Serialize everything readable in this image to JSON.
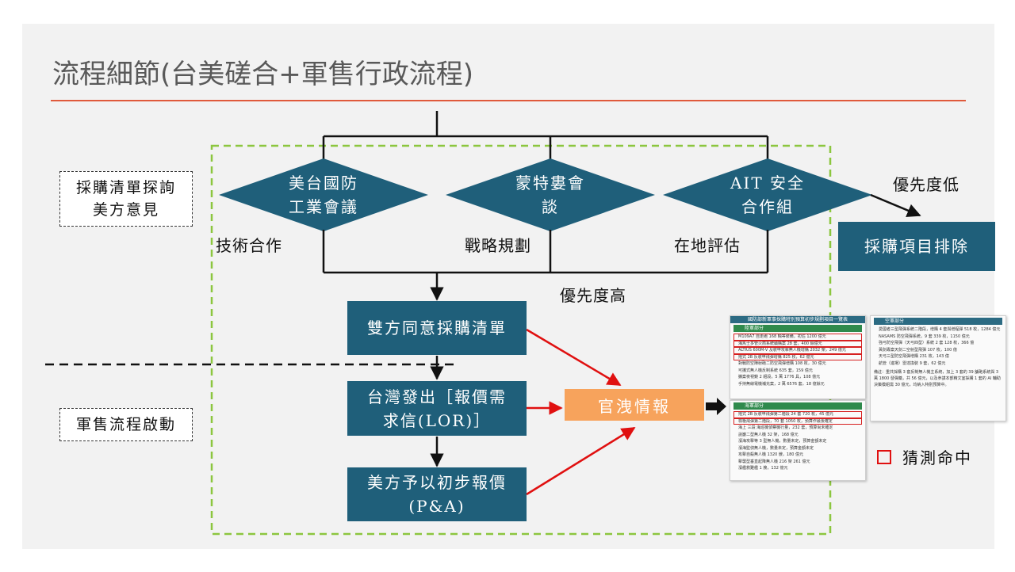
{
  "title": "流程細節(台美磋合+軍售行政流程)",
  "phases": {
    "inquiry": "採購清單探詢\n美方意見",
    "sales": "軍售流程啟動"
  },
  "decisions": [
    {
      "label": "美台國防\n工業會議",
      "note": "技術合作"
    },
    {
      "label": "蒙特婁會\n談",
      "note": "戰略規劃"
    },
    {
      "label": "AIT 安全\n合作組",
      "note": "在地評估"
    }
  ],
  "priority": {
    "low": "優先度低",
    "high": "優先度高"
  },
  "boxes": {
    "excluded": "採購項目排除",
    "agreed": "雙方同意採購清單",
    "lor": "台灣發出［報價需\n求信(LOR)］",
    "pa": "美方予以初步報價\n(P&A)",
    "leak": "官洩情報"
  },
  "legend": {
    "label": "猜測命中"
  },
  "document_a": {
    "title": "國防部新軍事採購特別預算初步規劃項目一覽表",
    "section": "陸軍部分",
    "items": [
      "M109A7 自走砲 168 輛等裝備，初估 1200 億元",
      "海馬士多管火箭系統續購案 28 套，400 餘億元",
      "ALTIUS 600M-V 及裝甲攻擊無人機增購 2032 架，249 億元",
      "拖式 2B 反裝甲飛彈增購 825 枚，62 億元",
      "對戰防空陣射砲二防空飛彈增購 108 枚，30 億元",
      "可攜式無人機反制系統 635 套，159 億元",
      "擴案夜視鏡 2 組段，5 萬 1776 具，108 億元",
      "手持無線電機補充案，2 萬 6576 套，18 億餘元"
    ],
    "section2": "海軍部分",
    "items2": [
      "拖式 2B 反裝甲飛彈第二階段 24 套 720 枚，45 億元",
      "標槍飛彈第二階段，70 套 1050 枚，預算作最後確定",
      "海上 三段 海巡機偵察機行量，232 套，預算尚未確定",
      "說巖二型無人機 32 架，168 億元",
      "濱海攻擊等 3 型無人機，數量未定，預算金額未定",
      "濱海監偵無人機，數量未定，預算金額未定",
      "攻擊自殺無人機 1320 艘，180 億元",
      "擊襲型垂直起降無人機 216 架 261 億元",
      "濱艦救難艦 1 艘，132 億元"
    ]
  },
  "document_b": {
    "section": "空軍部分",
    "items": [
      "愛國者三型飛彈系統二階段，增購 4 套與增程彈 518 枚，1284 億元",
      "NASAMS 防空飛彈系統，9 套 339 枚，1150 億元",
      "強弓防空飛彈（天弓四型）系統 2 套 128 枚，366 億",
      "黃劍專案天劍二空射型飛彈 107 枚，100 億",
      "天弓三型防空飛彈增購 231 枚，143 億",
      "航管（進場）雷達換裝 9 套，62 億元"
    ],
    "note": "備註：重共採購 3 套反制無人機主系統，加上 3 套的 39 舖砲系統與 3 萬 1800 發彈藥，共 56 億元，以及參謀本部精文室採購 1 套的 AI 輔助決策模組需 30 億元，均納入特別預算中。"
  }
}
